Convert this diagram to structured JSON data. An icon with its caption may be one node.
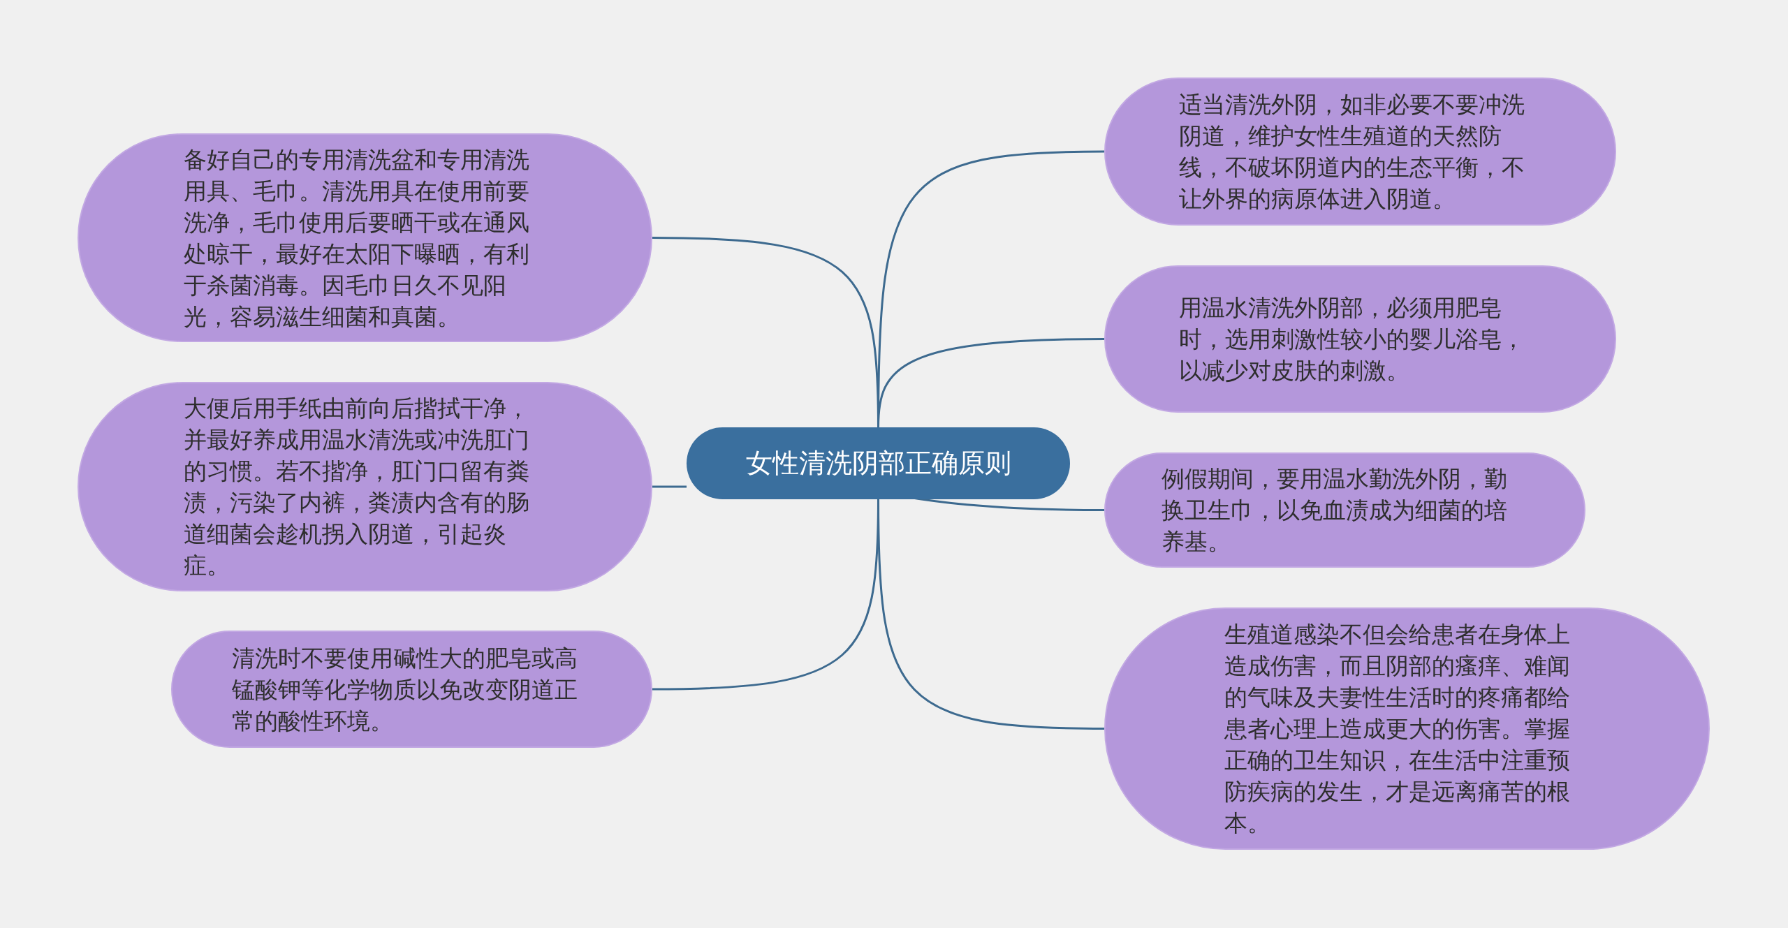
{
  "diagram": {
    "nodes": [
      {
        "text": [
          "女性清洗阴部正确原则"
        ]
      },
      {
        "text": [
          "备好自己的专用清洗盆和专用清洗用具、毛巾。清洗用具在使用前要洗净，毛巾使用后要晒干或在通风处晾干，最好在太阳下曝晒，有利于杀菌消毒。因毛巾日久不见阳光，容易滋生细菌和真菌。"
        ]
      },
      {
        "text": [
          "大便后用手纸由前向后揩拭干净，并最好养成用温水清洗或冲洗肛门的习惯。若不揩净，肛门口留有粪渍，污染了内裤，粪渍内含有的肠道细菌会趁机拐入阴道，引起炎症。"
        ]
      },
      {
        "text": [
          "清洗时不要使用碱性大的肥皂或高锰酸钾等化学物质以免改变阴道正常的酸性环境。"
        ]
      },
      {
        "text": [
          "适当清洗外阴，如非必要不要冲洗阴道，维护女性生殖道的天然防线，不破坏阴道内的生态平衡，不让外界的病原体进入阴道。"
        ]
      },
      {
        "text": [
          "用温水清洗外阴部，必须用肥皂时，选用刺激性较小的婴儿浴皂，以减少对皮肤的刺激。"
        ]
      },
      {
        "text": [
          "例假期间，要用温水勤洗外阴，勤换卫生巾，以免血渍成为细菌的培养基。"
        ]
      },
      {
        "text": [
          "生殖道感染不但会给患者在身体上造成伤害，而且阴部的瘙痒、难闻的气味及夫妻性生活时的疼痛都给患者心理上造成更大的伤害。掌握正确的卫生知识，在生活中注重预防疾病的发生，才是远离痛苦的根本。"
        ]
      }
    ],
    "edges": [
      {
        "from": 0,
        "to": 1,
        "arrow": "none"
      },
      {
        "from": 0,
        "to": 2,
        "arrow": "none"
      },
      {
        "from": 0,
        "to": 3,
        "arrow": "none"
      },
      {
        "from": 0,
        "to": 4,
        "arrow": "none"
      },
      {
        "from": 0,
        "to": 5,
        "arrow": "none"
      },
      {
        "from": 0,
        "to": 6,
        "arrow": "none"
      },
      {
        "from": 0,
        "to": 7,
        "arrow": "none"
      }
    ]
  }
}
